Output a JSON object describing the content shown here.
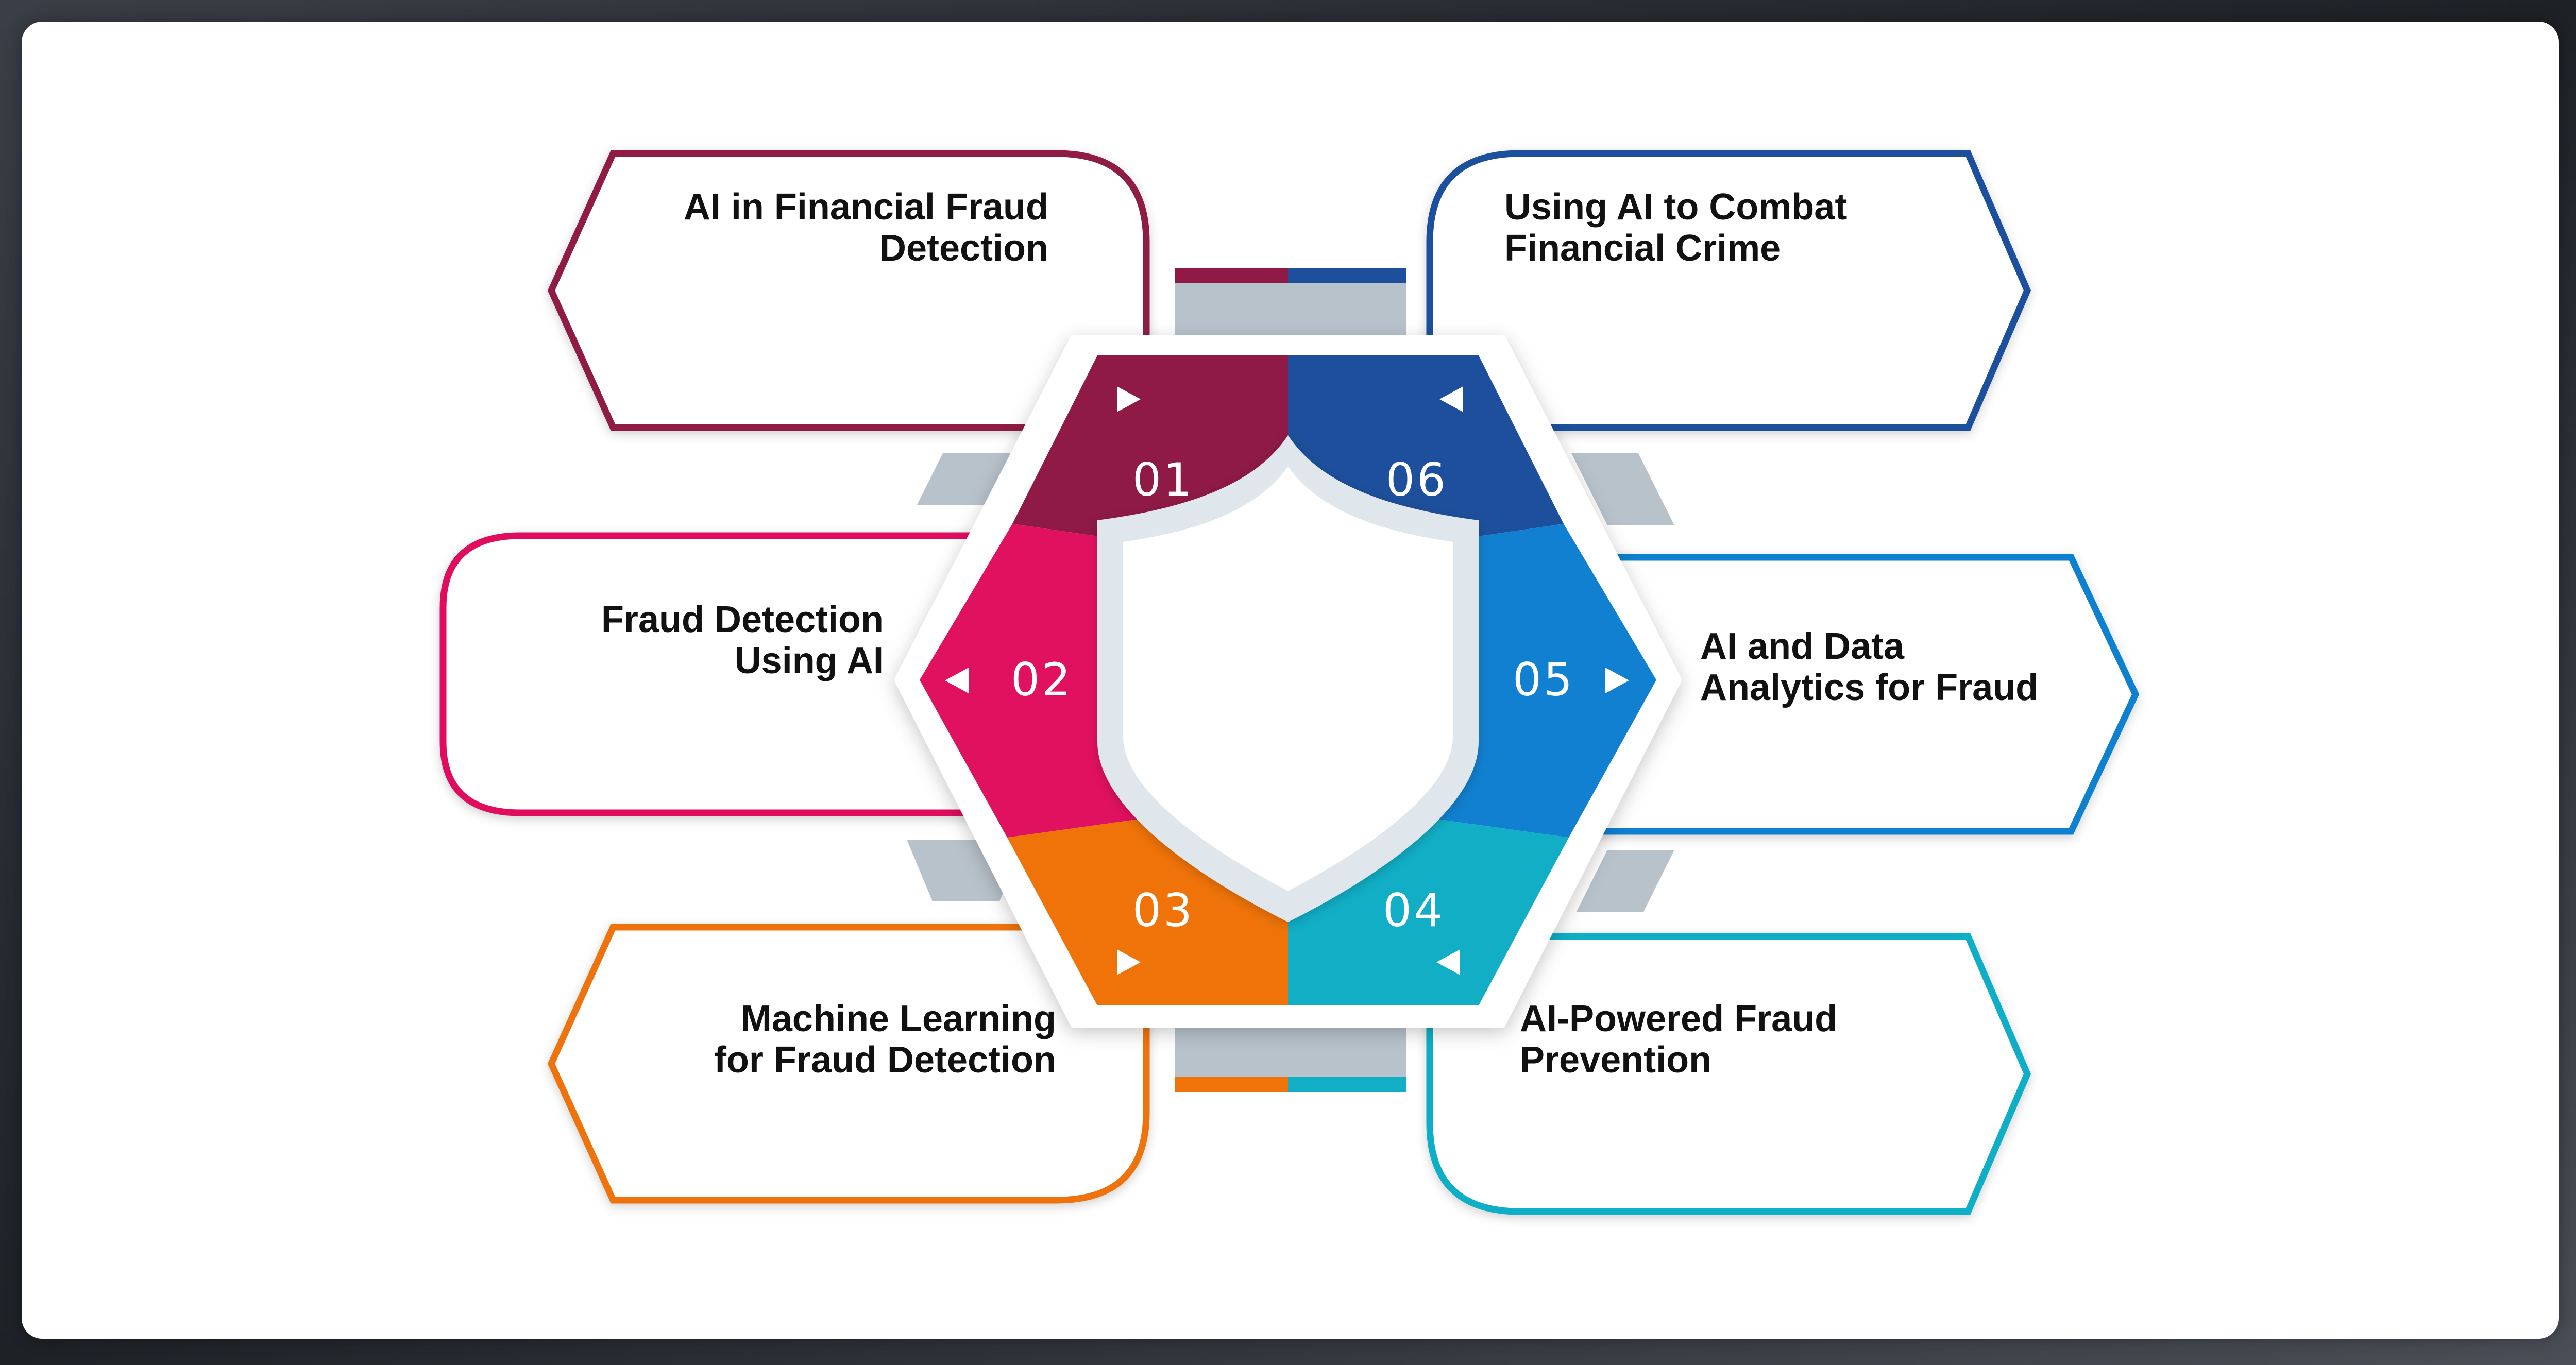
{
  "colors": {
    "item1": "#8e1a45",
    "item2": "#e0115f",
    "item3": "#ef7308",
    "item4": "#11aec6",
    "item5": "#1180d0",
    "item6": "#1d4f9c"
  },
  "center_icon": "shield-icon",
  "items": [
    {
      "number": "01",
      "label": "AI in Financial Fraud\nDetection",
      "arrow": "right"
    },
    {
      "number": "02",
      "label": "Fraud Detection\nUsing AI",
      "arrow": "left"
    },
    {
      "number": "03",
      "label": "Machine Learning\nfor Fraud Detection",
      "arrow": "right"
    },
    {
      "number": "04",
      "label": "AI-Powered Fraud\nPrevention",
      "arrow": "left"
    },
    {
      "number": "05",
      "label": "AI and Data\nAnalytics for Fraud",
      "arrow": "right"
    },
    {
      "number": "06",
      "label": "Using AI to Combat\nFinancial Crime",
      "arrow": "left"
    }
  ]
}
